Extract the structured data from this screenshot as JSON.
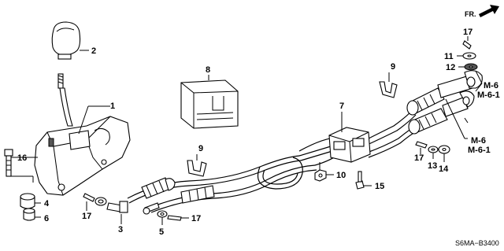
{
  "callouts": [
    {
      "id": "p1",
      "text": "1"
    },
    {
      "id": "p2",
      "text": "2"
    },
    {
      "id": "p3",
      "text": "3"
    },
    {
      "id": "p4",
      "text": "4"
    },
    {
      "id": "p5",
      "text": "5"
    },
    {
      "id": "p6",
      "text": "6"
    },
    {
      "id": "p7",
      "text": "7"
    },
    {
      "id": "p8",
      "text": "8"
    },
    {
      "id": "p9a",
      "text": "9"
    },
    {
      "id": "p9b",
      "text": "9"
    },
    {
      "id": "p10",
      "text": "10"
    },
    {
      "id": "p11",
      "text": "11"
    },
    {
      "id": "p12",
      "text": "12"
    },
    {
      "id": "p13",
      "text": "13"
    },
    {
      "id": "p14",
      "text": "14"
    },
    {
      "id": "p15",
      "text": "15"
    },
    {
      "id": "p16",
      "text": "16"
    },
    {
      "id": "p17a",
      "text": "17"
    },
    {
      "id": "p17b",
      "text": "17"
    },
    {
      "id": "p17c",
      "text": "17"
    },
    {
      "id": "p17d",
      "text": "17"
    }
  ],
  "references": {
    "ref_top_a": "M-6",
    "ref_top_b": "M-6-1",
    "ref_bottom_a": "M-6",
    "ref_bottom_b": "M-6-1"
  },
  "direction_label": "FR.",
  "diagram_code": "S6MA−B3400"
}
